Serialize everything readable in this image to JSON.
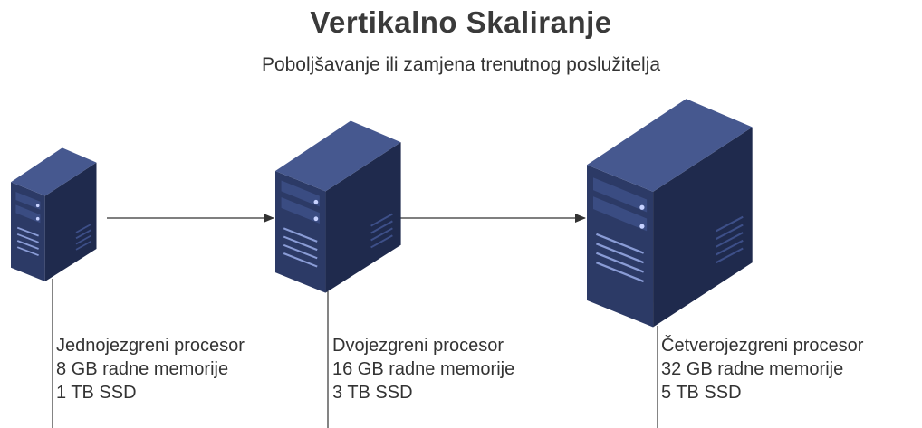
{
  "diagram": {
    "title": "Vertikalno Skaliranje",
    "subtitle": "Poboljšavanje ili zamjena trenutnog poslužitelja",
    "servers": [
      {
        "icon": "server-tower-icon",
        "specs": [
          "Jednojezgreni procesor",
          "8 GB radne memorije",
          "1 TB SSD"
        ]
      },
      {
        "icon": "server-tower-icon",
        "specs": [
          "Dvojezgreni procesor",
          "16 GB radne memorije",
          "3 TB SSD"
        ]
      },
      {
        "icon": "server-tower-icon",
        "specs": [
          "Četverojezgreni procesor",
          "32 GB radne memorije",
          "5 TB SSD"
        ]
      }
    ],
    "colors": {
      "server_front": "#2c3a66",
      "server_side": "#1f2a4d",
      "server_top": "#46588f",
      "server_detail": "#8a9cd6",
      "connector": "#333333"
    }
  }
}
